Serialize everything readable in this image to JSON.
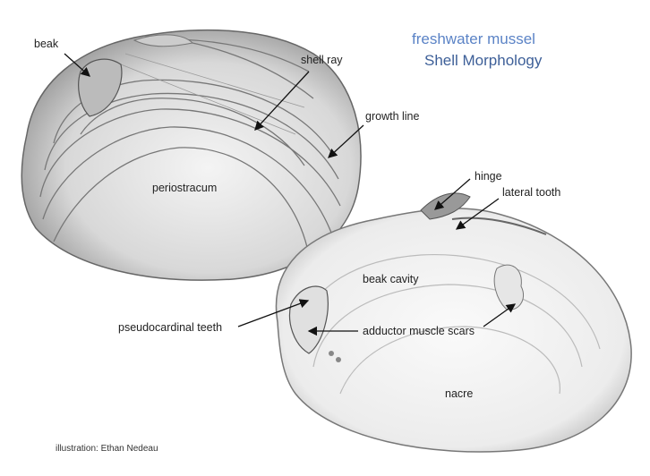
{
  "title": {
    "line1": "freshwater mussel",
    "line2": "Shell Morphology"
  },
  "labels": {
    "beak": "beak",
    "shell_ray": "shell ray",
    "growth_line": "growth line",
    "periostracum": "periostracum",
    "hinge": "hinge",
    "lateral_tooth": "lateral tooth",
    "beak_cavity": "beak cavity",
    "pseudocardinal_teeth": "pseudocardinal teeth",
    "adductor_muscle_scars": "adductor muscle scars",
    "nacre": "nacre"
  },
  "credit": "illustration: Ethan Nedeau",
  "colors": {
    "title_light": "#5b83c6",
    "title_dark": "#3d5f98"
  }
}
